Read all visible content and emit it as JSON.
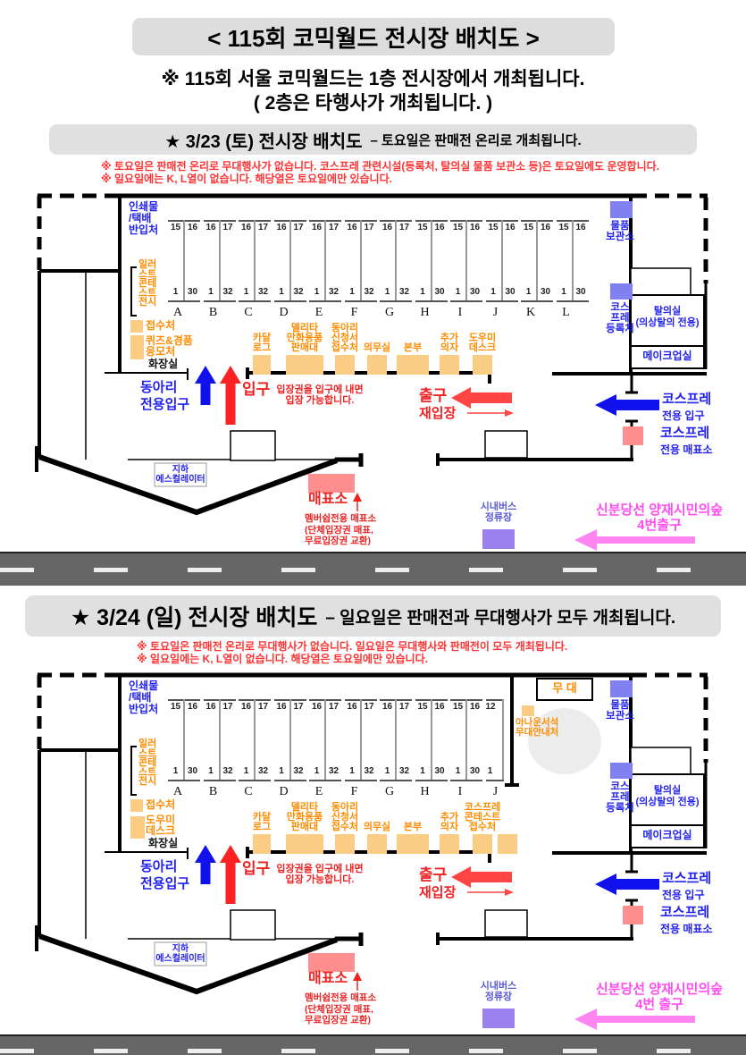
{
  "header": {
    "title": "< 115회 코믹월드 전시장 배치도 >",
    "note1": "※ 115회 서울 코믹월드는 1층 전시장에서 개최됩니다.",
    "note2": "( 2층은 타행사가 개최됩니다. )"
  },
  "colors": {
    "blue_text": "#2222ee",
    "orange_text": "#ff8c00",
    "orange_box": "#fbcc84",
    "indigo_box": "#8080f0",
    "pink_box": "#ff8f8f",
    "red_text": "#ee2222",
    "magenta_text": "#ff4df2",
    "bus_box": "#9b80f0",
    "road": "#666666"
  },
  "plans": [
    {
      "heading": "★ 3/23 (토) 전시장 배치도",
      "heading_sub": "– 토요일은 판매전 온리로 개최됩니다.",
      "warn1": "※ 토요일은 판매전 온리로 무대행사가 없습니다. 코스프레 관련시설(등록처, 탈의실 물품 보관소 등)은 토요일에도 운영합니다.",
      "warn2": "※ 일요일에는 K, L열이 없습니다. 해당열은 토요일에만 있습니다.",
      "labels": {
        "print_in": "인쇄물\n/택배\n반입처",
        "illust": "일러\n스트\n콘테\n스트\n전시",
        "reception": "접수처",
        "left2": "퀴즈&경품\n응모처",
        "toilet": "화장실",
        "club_entrance": "동아리\n전용입구",
        "entrance": "입구",
        "entrance_note": "입장권을 입구에 내면\n입장 가능합니다.",
        "exit": "출구",
        "reentry": "재입장",
        "storage": "물품\n보관소",
        "cosplay_reg": "코스\n프레\n등록처",
        "dressing": "탈의실\n(의상탈의 전용)",
        "makeup": "메이크업실",
        "cos_entrance": "코스프레",
        "cos_entrance2": "전용 입구",
        "cos_ticket": "코스프레",
        "cos_ticket2": "전용 매표소",
        "escalator": "지하\n에스컬레이터",
        "ticket": "매표소",
        "ticket_note": "멤버쉽전용 매표소\n(단체입장권 매표,\n무료입장권 교환)",
        "bus": "시내버스\n정류장",
        "subway1": "신분당선 양재시민의숲",
        "subway2": "4번출구"
      },
      "booths": [
        {
          "label": "A",
          "top": [
            "15",
            "16"
          ],
          "bottom": [
            "1",
            "30"
          ]
        },
        {
          "label": "B",
          "top": [
            "16",
            "17"
          ],
          "bottom": [
            "1",
            "32"
          ]
        },
        {
          "label": "C",
          "top": [
            "16",
            "17"
          ],
          "bottom": [
            "1",
            "32"
          ]
        },
        {
          "label": "D",
          "top": [
            "16",
            "17"
          ],
          "bottom": [
            "1",
            "32"
          ]
        },
        {
          "label": "E",
          "top": [
            "16",
            "17"
          ],
          "bottom": [
            "1",
            "32"
          ]
        },
        {
          "label": "F",
          "top": [
            "16",
            "17"
          ],
          "bottom": [
            "1",
            "32"
          ]
        },
        {
          "label": "G",
          "top": [
            "16",
            "17"
          ],
          "bottom": [
            "1",
            "32"
          ]
        },
        {
          "label": "H",
          "top": [
            "15",
            "16"
          ],
          "bottom": [
            "1",
            "30"
          ]
        },
        {
          "label": "I",
          "top": [
            "15",
            "16"
          ],
          "bottom": [
            "1",
            "30"
          ]
        },
        {
          "label": "J",
          "top": [
            "15",
            "16"
          ],
          "bottom": [
            "1",
            "30"
          ]
        },
        {
          "label": "K",
          "top": [
            "15",
            "16"
          ],
          "bottom": [
            "1",
            "30"
          ]
        },
        {
          "label": "L",
          "top": [
            "15",
            "16"
          ],
          "bottom": [
            "1",
            "30"
          ]
        }
      ],
      "stations": [
        {
          "label": "카달\n로그",
          "w": 20
        },
        {
          "label": "델리타\n만화용품\n판매대",
          "w": 42
        },
        {
          "label": "동아리\n신청서\n접수처",
          "w": 22
        },
        {
          "label": "의무실",
          "w": 22
        },
        {
          "label": "본부",
          "w": 36
        },
        {
          "label": "추가\n의자",
          "w": 22
        },
        {
          "label": "도우미\n데스크",
          "w": 22
        }
      ]
    },
    {
      "heading": "★ 3/24 (일) 전시장 배치도",
      "heading_sub": "– 일요일은 판매전과 무대행사가 모두 개최됩니다.",
      "warn1": "※ 토요일은 판매전 온리로 무대행사가 없습니다. 일요일은 무대행사와 판매전이 모두 개최됩니다.",
      "warn2": "※ 일요일에는 K, L열이 없습니다. 해당열은 토요일에만 있습니다.",
      "labels": {
        "print_in": "인쇄물\n/택배\n반입처",
        "illust": "일러\n스트\n콘테\n스트\n전시",
        "reception": "접수처",
        "left2": "도우미\n데스크",
        "toilet": "화장실",
        "stage": "무 대",
        "announcer": "아나운서석\n무대안내처",
        "club_entrance": "동아리\n전용입구",
        "entrance": "입구",
        "entrance_note": "입장권을 입구에 내면\n입장 가능합니다.",
        "exit": "출구",
        "reentry": "재입장",
        "storage": "물품\n보관소",
        "cosplay_reg": "코스\n프레\n등록처",
        "dressing": "탈의실\n(의상탈의 전용)",
        "makeup": "메이크업실",
        "cos_entrance": "코스프레",
        "cos_entrance2": "전용 입구",
        "cos_ticket": "코스프레",
        "cos_ticket2": "전용 매표소",
        "escalator": "지하\n에스컬레이터",
        "ticket": "매표소",
        "ticket_note": "멤버쉽전용 매표소\n(단체입장권 매표,\n무료입장권 교환)",
        "bus": "시내버스\n정류장",
        "subway1": "신분당선 양재시민의숲",
        "subway2": "4번 출구"
      },
      "booths": [
        {
          "label": "A",
          "top": [
            "15",
            "16"
          ],
          "bottom": [
            "1",
            "30"
          ]
        },
        {
          "label": "B",
          "top": [
            "16",
            "17"
          ],
          "bottom": [
            "1",
            "32"
          ]
        },
        {
          "label": "C",
          "top": [
            "16",
            "17"
          ],
          "bottom": [
            "1",
            "32"
          ]
        },
        {
          "label": "D",
          "top": [
            "16",
            "17"
          ],
          "bottom": [
            "1",
            "32"
          ]
        },
        {
          "label": "E",
          "top": [
            "16",
            "17"
          ],
          "bottom": [
            "1",
            "32"
          ]
        },
        {
          "label": "F",
          "top": [
            "16",
            "17"
          ],
          "bottom": [
            "1",
            "32"
          ]
        },
        {
          "label": "G",
          "top": [
            "16",
            "17"
          ],
          "bottom": [
            "1",
            "32"
          ]
        },
        {
          "label": "H",
          "top": [
            "15",
            "16"
          ],
          "bottom": [
            "1",
            "30"
          ]
        },
        {
          "label": "I",
          "top": [
            "15",
            "16"
          ],
          "bottom": [
            "1",
            "30"
          ]
        },
        {
          "label": "J",
          "top": [
            "12"
          ],
          "bottom": [
            "1"
          ],
          "half": true
        }
      ],
      "stations": [
        {
          "label": "카달\n로그",
          "w": 20
        },
        {
          "label": "델리타\n만화용품\n판매대",
          "w": 42
        },
        {
          "label": "동아리\n신청서\n접수처",
          "w": 22
        },
        {
          "label": "의무실",
          "w": 22
        },
        {
          "label": "본부",
          "w": 36
        },
        {
          "label": "추가\n의자",
          "w": 22
        },
        {
          "label": "코스프레\n콘테스트\n접수처",
          "w": 22
        },
        {
          "label": "",
          "w": 22
        }
      ]
    }
  ]
}
